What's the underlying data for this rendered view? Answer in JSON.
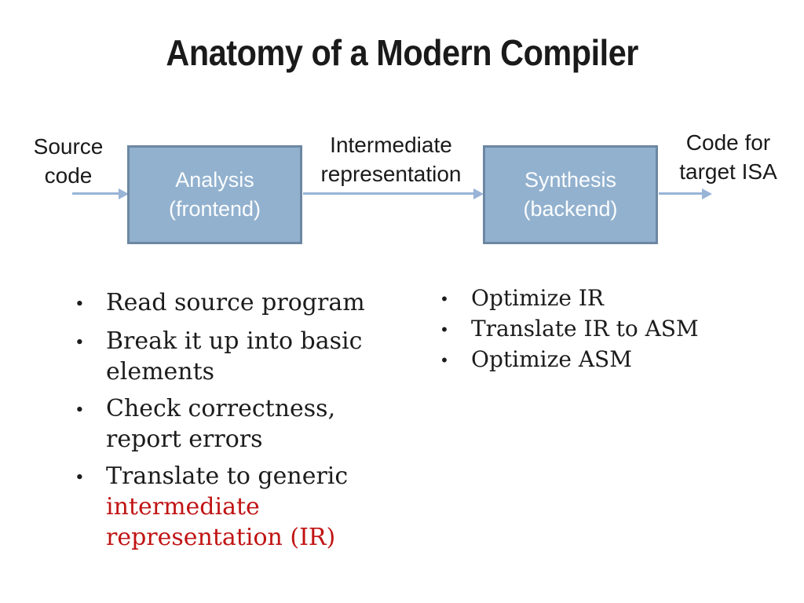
{
  "slide": {
    "title": "Anatomy of a Modern Compiler"
  },
  "diagram": {
    "input_label": "Source\ncode",
    "analysis_box_label": "Analysis\n(frontend)",
    "ir_label": "Intermediate\nrepresentation",
    "synthesis_box_label": "Synthesis\n(backend)",
    "output_label": "Code for\ntarget ISA"
  },
  "lists": {
    "bullet_char": "•",
    "left": {
      "items": [
        {
          "text": "Read source program",
          "highlight": ""
        },
        {
          "text": "Break it up into basic\nelements",
          "highlight": ""
        },
        {
          "text": "Check correctness,\nreport errors",
          "highlight": ""
        },
        {
          "text": "Translate to generic\n",
          "highlight": "intermediate\nrepresentation (IR)"
        }
      ]
    },
    "right": {
      "items": [
        {
          "text": "Optimize IR"
        },
        {
          "text": "Translate IR to ASM"
        },
        {
          "text": "Optimize ASM"
        }
      ]
    }
  },
  "colors": {
    "background": "#FFFFFF",
    "text": "#1A1A1A",
    "box_fill": "#92B1CE",
    "box_border": "#6D87A2",
    "box_text": "#FBFDFF",
    "arrow": "#98B4D6",
    "highlight_red": "#C11414"
  }
}
